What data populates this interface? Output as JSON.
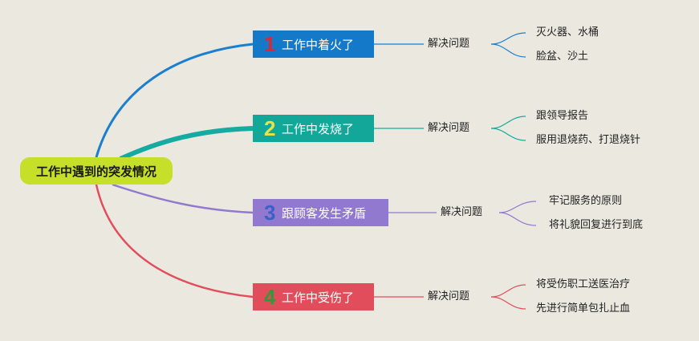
{
  "root": {
    "label": "工作中遇到的突发情况",
    "color": "#c6e02a"
  },
  "branches": [
    {
      "num": "1",
      "label": "工作中着火了",
      "box_color": "#1479c8",
      "num_color": "#e0262e",
      "line_color": "#1a7fd0",
      "solve": "解决问题",
      "leaves": [
        "灭火器、水桶",
        "脸盆、沙土"
      ]
    },
    {
      "num": "2",
      "label": "工作中发烧了",
      "box_color": "#13a79a",
      "num_color": "#e6e34a",
      "line_color": "#14aba0",
      "solve": "解决问题",
      "leaves": [
        "跟领导报告",
        "服用退烧药、打退烧针"
      ]
    },
    {
      "num": "3",
      "label": "跟顾客发生矛盾",
      "box_color": "#9079cf",
      "num_color": "#3b61c9",
      "line_color": "#9079cf",
      "solve": "解决问题",
      "leaves": [
        "牢记服务的原则",
        "将礼貌回复进行到底"
      ]
    },
    {
      "num": "4",
      "label": "工作中受伤了",
      "box_color": "#e24d5c",
      "num_color": "#2f9a3a",
      "line_color": "#e24d5c",
      "solve": "解决问题",
      "leaves": [
        "将受伤职工送医治疗",
        "先进行简单包扎止血"
      ]
    }
  ]
}
